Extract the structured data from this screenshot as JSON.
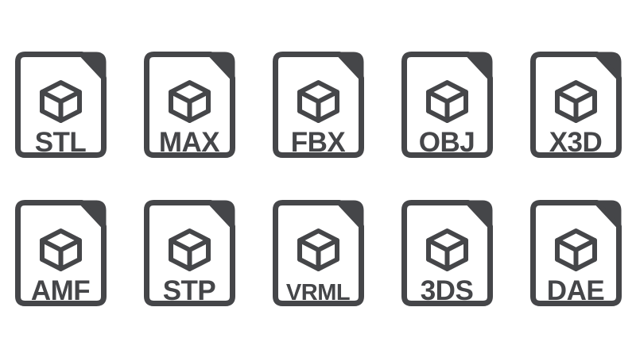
{
  "theme": {
    "ink_color": "#454649",
    "paper_color": "#ffffff",
    "background": "#ffffff"
  },
  "grid": {
    "rows": 2,
    "columns": 5
  },
  "icons": [
    {
      "label": "STL",
      "glyph": "3d-cube-icon",
      "shape": "file-with-folded-corner"
    },
    {
      "label": "MAX",
      "glyph": "3d-cube-icon",
      "shape": "file-with-folded-corner"
    },
    {
      "label": "FBX",
      "glyph": "3d-cube-icon",
      "shape": "file-with-folded-corner"
    },
    {
      "label": "OBJ",
      "glyph": "3d-cube-icon",
      "shape": "file-with-folded-corner"
    },
    {
      "label": "X3D",
      "glyph": "3d-cube-icon",
      "shape": "file-with-folded-corner"
    },
    {
      "label": "AMF",
      "glyph": "3d-cube-icon",
      "shape": "file-with-folded-corner"
    },
    {
      "label": "STP",
      "glyph": "3d-cube-icon",
      "shape": "file-with-folded-corner"
    },
    {
      "label": "VRML",
      "glyph": "3d-cube-icon",
      "shape": "file-with-folded-corner"
    },
    {
      "label": "3DS",
      "glyph": "3d-cube-icon",
      "shape": "file-with-folded-corner"
    },
    {
      "label": "DAE",
      "glyph": "3d-cube-icon",
      "shape": "file-with-folded-corner"
    }
  ]
}
